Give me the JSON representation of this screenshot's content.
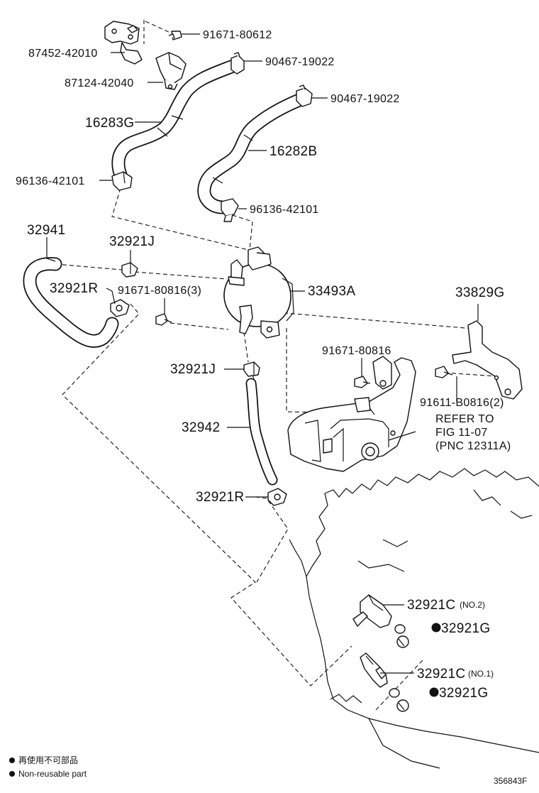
{
  "parts": {
    "p91671_80612": "91671-80612",
    "p87452_42010": "87452-42010",
    "p90467_19022_a": "90467-19022",
    "p87124_42040": "87124-42040",
    "p90467_19022_b": "90467-19022",
    "p16283G": "16283G",
    "p16282B": "16282B",
    "p96136_42101_a": "96136-42101",
    "p96136_42101_b": "96136-42101",
    "p32941": "32941",
    "p32921J_a": "32921J",
    "p32921R_a": "32921R",
    "p91671_80816_3": "91671-80816(3)",
    "p33493A": "33493A",
    "p33829G": "33829G",
    "p91671_80816": "91671-80816",
    "p32921J_b": "32921J",
    "p91611_B0816_2": "91611-B0816(2)",
    "p32942": "32942",
    "p32921R_b": "32921R",
    "p32921C_no2": "32921C",
    "p32921C_no2_tag": "(NO.2)",
    "p32921G_a": "32921G",
    "p32921C_no1": "32921C",
    "p32921C_no1_tag": "(NO.1)",
    "p32921G_b": "32921G"
  },
  "reference": {
    "line1": "REFER TO",
    "line2": "FIG 11-07",
    "line3": "(PNC 12311A)"
  },
  "legend": {
    "jp": "再使用不可部品",
    "en": "Non-reusable part"
  },
  "diagram_id": "356843F"
}
